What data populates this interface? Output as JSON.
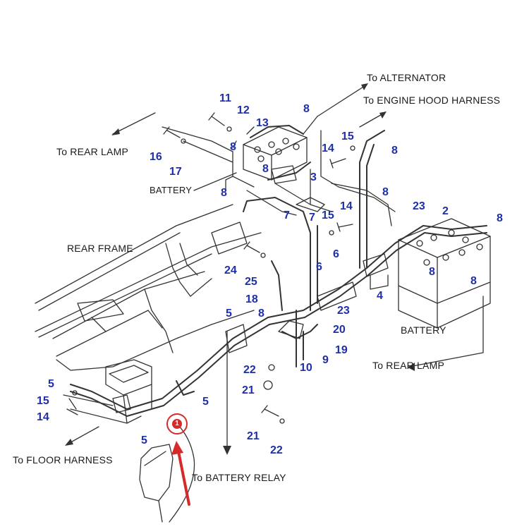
{
  "callouts": {
    "to_alternator": "To ALTERNATOR",
    "to_engine_hood_harness": "To ENGINE HOOD HARNESS",
    "to_rear_lamp_top": "To REAR LAMP",
    "battery_top": "BATTERY",
    "rear_frame": "REAR FRAME",
    "battery_right": "BATTERY",
    "to_rear_lamp_right": "To REAR LAMP",
    "to_floor_harness": "To FLOOR HARNESS",
    "to_battery_relay": "To BATTERY RELAY"
  },
  "part_numbers": {
    "p11": "11",
    "p12": "12",
    "p13": "13",
    "p8a": "8",
    "p15a": "15",
    "p14a": "14",
    "p8b": "8",
    "p16": "16",
    "p17": "17",
    "p8c": "8",
    "p8d": "8",
    "p3": "3",
    "p8e": "8",
    "p8f": "8",
    "p7a": "7",
    "p7b": "7",
    "p15b": "15",
    "p14b": "14",
    "p23a": "23",
    "p2": "2",
    "p8g": "8",
    "p24": "24",
    "p6a": "6",
    "p6b": "6",
    "p25": "25",
    "p8h": "8",
    "p8i": "8",
    "p4": "4",
    "p18": "18",
    "p8j": "8",
    "p23b": "23",
    "p5a": "5",
    "p20": "20",
    "p19": "19",
    "p9": "9",
    "p10": "10",
    "p22a": "22",
    "p21a": "21",
    "p5b": "5",
    "p15c": "15",
    "p14c": "14",
    "p5c": "5",
    "p21b": "21",
    "p22b": "22",
    "p5d": "5"
  },
  "highlight": {
    "badge_text": "1",
    "highlight_color": "#d62a2a"
  },
  "colors": {
    "line": "#2a2a2a",
    "number": "#1f2fa8",
    "text": "#1a1a1a"
  }
}
